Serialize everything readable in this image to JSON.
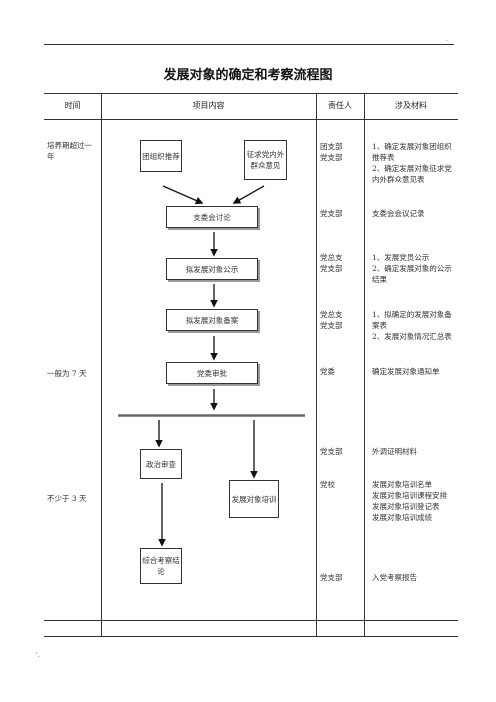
{
  "page_marks": {
    "top_right": ".",
    "bottom_left": "'."
  },
  "title": "发展对象的确定和考察流程图",
  "headers": {
    "time": "时间",
    "content": "项目内容",
    "responsible": "责任人",
    "materials": "涉及材料"
  },
  "time_col": {
    "t1": "培养期超过一年",
    "t2": "一般为 7 天",
    "t3": "不少于 3 天"
  },
  "flow": {
    "box1": "团组织推荐",
    "box2": "征求党内外群众意见",
    "box3": "支委会讨论",
    "box4": "拟发展对象公示",
    "box5": "拟发展对象备案",
    "box6": "党委审批",
    "box7": "政治审查",
    "box8": "发展对象培训",
    "box9": "综合考察结论"
  },
  "responsible": {
    "r1": "团支部\n党支部",
    "r2": "党支部",
    "r3": "党总支\n党支部",
    "r4": "党总支\n党支部",
    "r5": "党委",
    "r6": "党支部",
    "r7": "党校",
    "r8": "党支部"
  },
  "materials": {
    "m1": "1、确定发展对象团组织推荐表\n2、确定发展对象征求党内外群众意见表",
    "m2": "支委会会议记录",
    "m3": "1、发展党员公示\n2、确定发展对象的公示结果",
    "m4": "1、拟确定的发展对象备案表\n2、发展对象情况汇总表",
    "m5": "确定发展对象通知单",
    "m6": "外调证明材料",
    "m7": "发展对象培训名单\n发展对象培训课程安排\n发展对象培训登记表\n发展对象培训成绩",
    "m8": "入党考察报告"
  }
}
